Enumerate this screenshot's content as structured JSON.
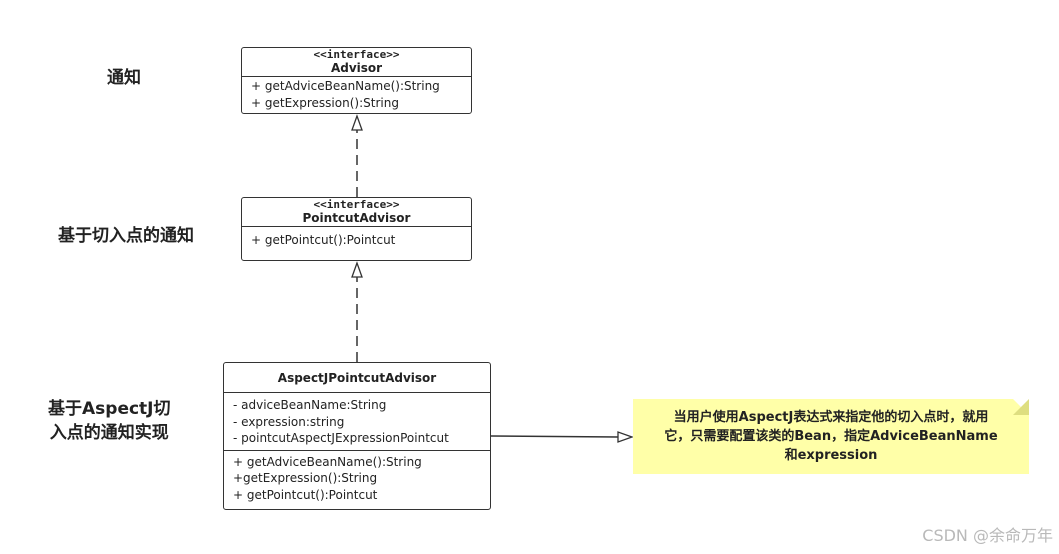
{
  "labels": {
    "advisor": "通知",
    "pointcut_advisor": "基于切入点的通知",
    "aspectj_line1": "基于AspectJ切",
    "aspectj_line2": "入点的通知实现"
  },
  "advisor_box": {
    "stereotype": "<<interface>>",
    "name": "Advisor",
    "methods": [
      "+ getAdviceBeanName():String",
      "+ getExpression():String"
    ]
  },
  "pointcut_box": {
    "stereotype": "<<interface>>",
    "name": "PointcutAdvisor",
    "methods": [
      "+ getPointcut():Pointcut"
    ]
  },
  "aspectj_box": {
    "name": "AspectJPointcutAdvisor",
    "fields": [
      "- adviceBeanName:String",
      "- expression:string",
      "- pointcutAspectJExpressionPointcut"
    ],
    "methods": [
      "+ getAdviceBeanName():String",
      "+getExpression():String",
      "+ getPointcut():Pointcut"
    ]
  },
  "note": {
    "line1": "当用户使用AspectJ表达式来指定他的切入点时，就用",
    "line2": "它，只需要配置该类的Bean，指定AdviceBeanName",
    "line3": "和expression",
    "color": "#ffffa8"
  },
  "watermark": "CSDN @余命万年"
}
